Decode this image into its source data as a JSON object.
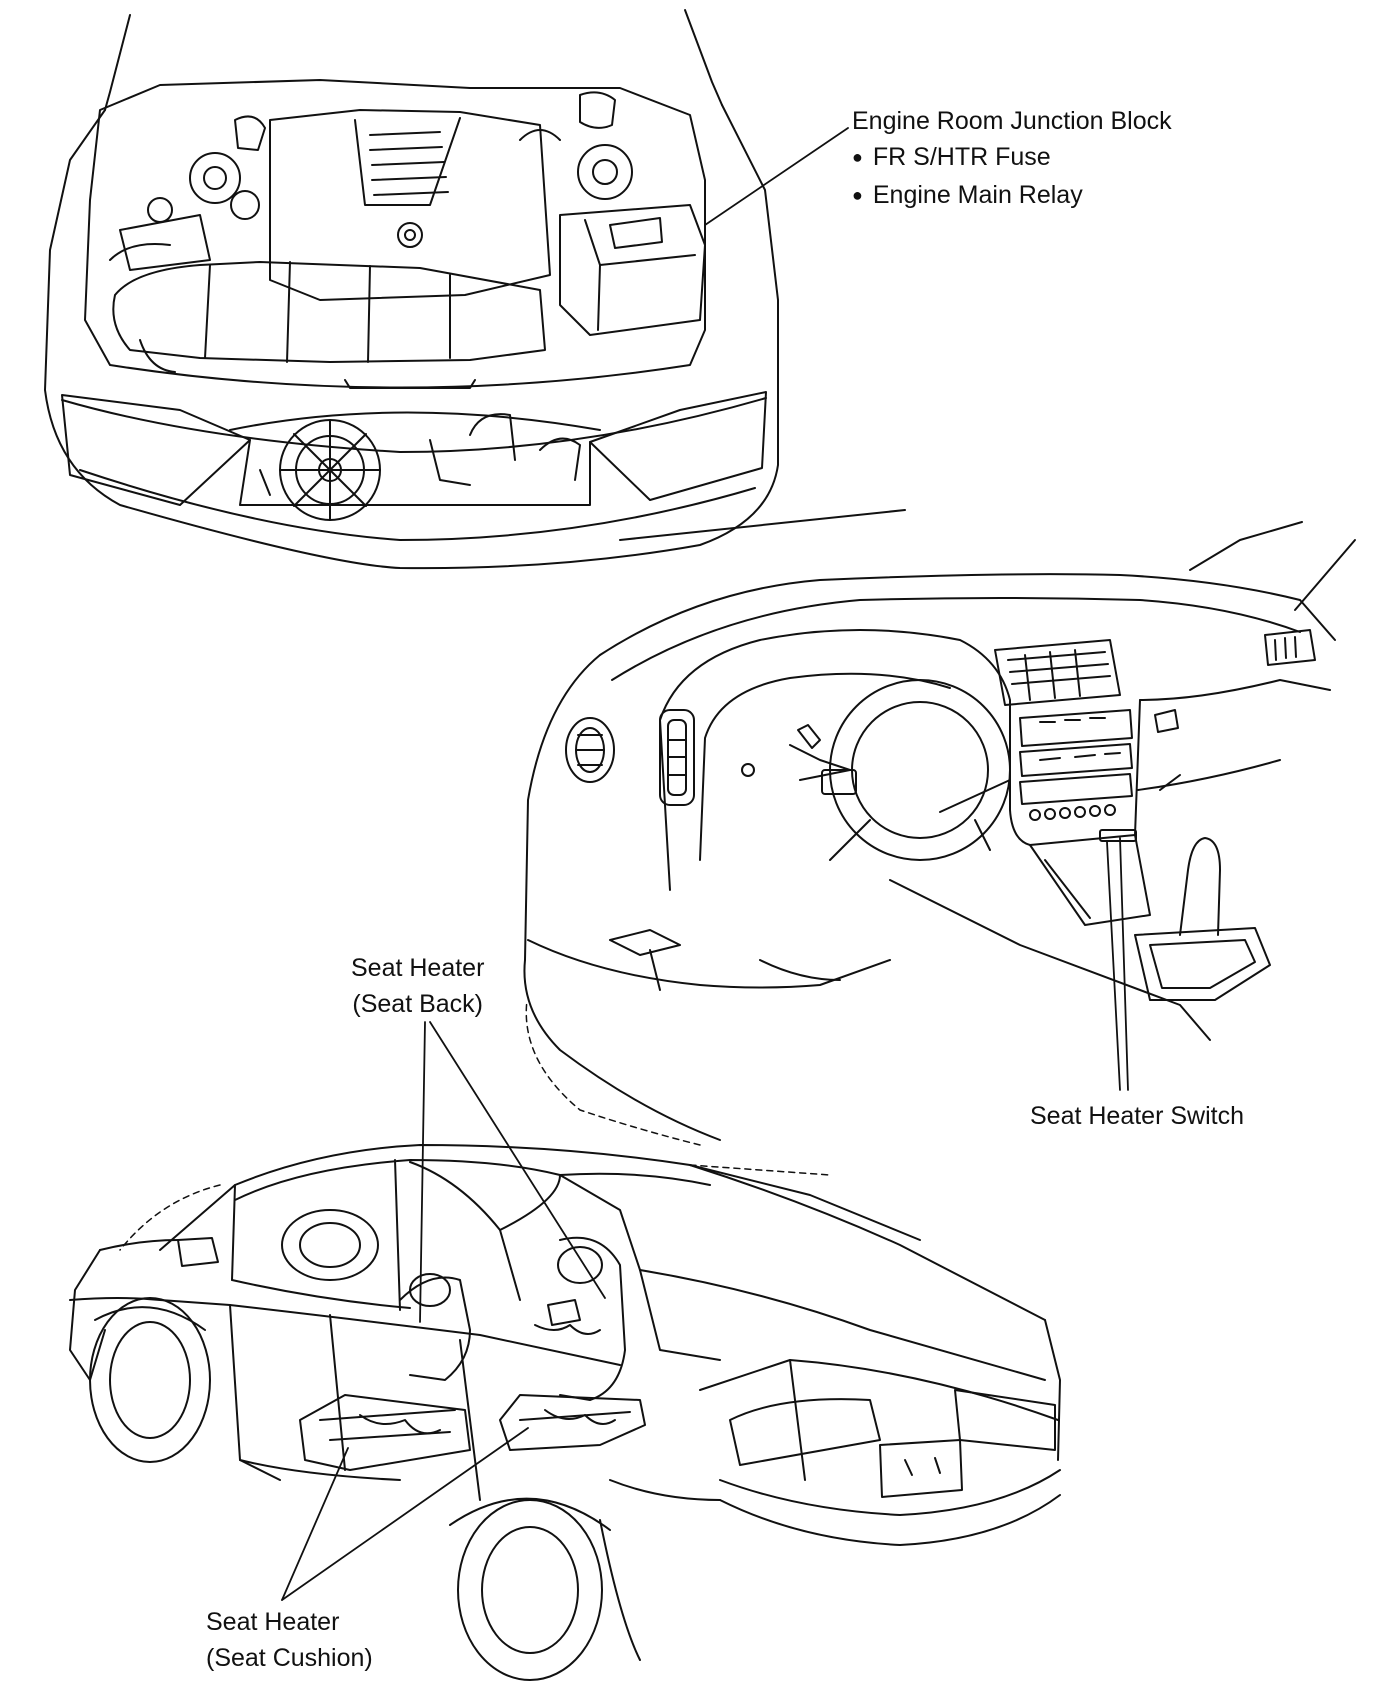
{
  "callouts": {
    "junction_block": {
      "title": "Engine Room Junction Block",
      "items": [
        "FR S/HTR Fuse",
        "Engine Main Relay"
      ]
    },
    "seat_back": {
      "line1": "Seat Heater",
      "line2": "(Seat Back)"
    },
    "switch": {
      "label": "Seat Heater Switch"
    },
    "seat_cushion": {
      "line1": "Seat Heater",
      "line2": "(Seat Cushion)"
    }
  },
  "colors": {
    "ink": "#111111",
    "background": "#ffffff"
  }
}
